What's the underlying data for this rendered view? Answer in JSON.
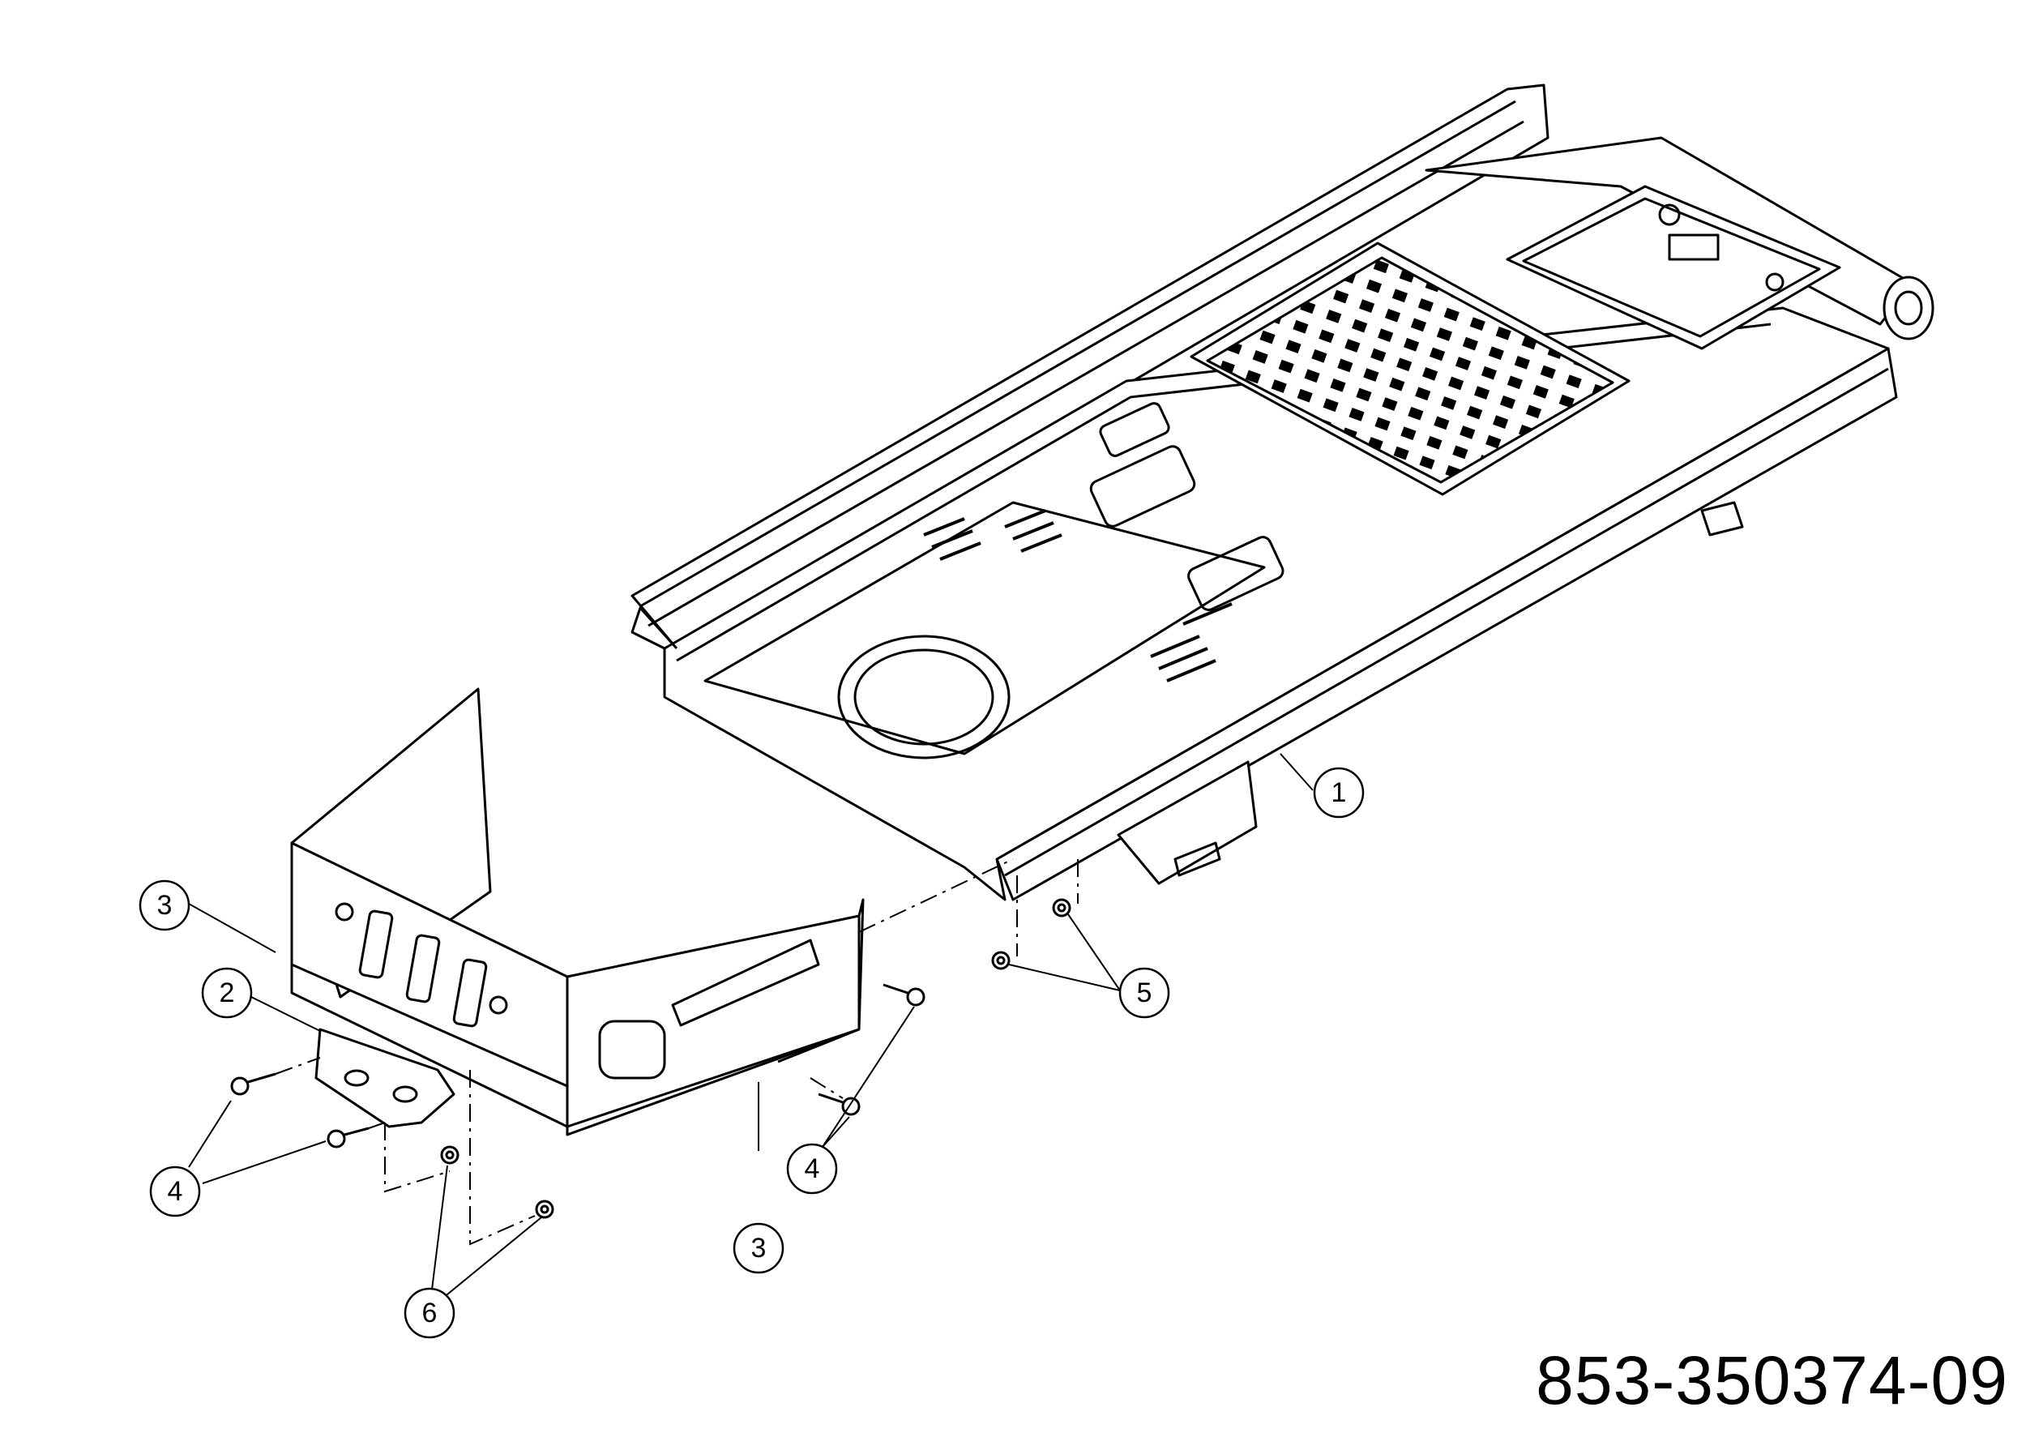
{
  "document_number": "853-350374-09",
  "callouts": [
    {
      "id": "callout-1",
      "label": "1"
    },
    {
      "id": "callout-2",
      "label": "2"
    },
    {
      "id": "callout-3a",
      "label": "3"
    },
    {
      "id": "callout-3b",
      "label": "3"
    },
    {
      "id": "callout-4a",
      "label": "4"
    },
    {
      "id": "callout-4b",
      "label": "4"
    },
    {
      "id": "callout-5",
      "label": "5"
    },
    {
      "id": "callout-6",
      "label": "6"
    }
  ]
}
